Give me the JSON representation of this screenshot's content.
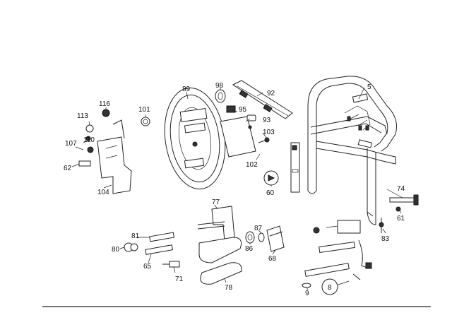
{
  "diagram": {
    "callouts": [
      {
        "id": "c5",
        "text": "5"
      },
      {
        "id": "c8",
        "text": "8"
      },
      {
        "id": "c9",
        "text": "9"
      },
      {
        "id": "c60",
        "text": "60"
      },
      {
        "id": "c61",
        "text": "61"
      },
      {
        "id": "c62",
        "text": "62"
      },
      {
        "id": "c65",
        "text": "65"
      },
      {
        "id": "c68",
        "text": "68"
      },
      {
        "id": "c71",
        "text": "71"
      },
      {
        "id": "c74",
        "text": "74"
      },
      {
        "id": "c77",
        "text": "77"
      },
      {
        "id": "c78",
        "text": "78"
      },
      {
        "id": "c80",
        "text": "80"
      },
      {
        "id": "c81",
        "text": "81"
      },
      {
        "id": "c83",
        "text": "83"
      },
      {
        "id": "c86",
        "text": "86"
      },
      {
        "id": "c87",
        "text": "87"
      },
      {
        "id": "c89",
        "text": "89"
      },
      {
        "id": "c92",
        "text": "92"
      },
      {
        "id": "c93",
        "text": "93"
      },
      {
        "id": "c95",
        "text": "95"
      },
      {
        "id": "c98",
        "text": "98"
      },
      {
        "id": "c101",
        "text": "101"
      },
      {
        "id": "c102",
        "text": "102"
      },
      {
        "id": "c103",
        "text": "103"
      },
      {
        "id": "c104",
        "text": "104"
      },
      {
        "id": "c107",
        "text": "107"
      },
      {
        "id": "c110",
        "text": "110"
      },
      {
        "id": "c113",
        "text": "113"
      },
      {
        "id": "c116",
        "text": "116"
      }
    ]
  }
}
